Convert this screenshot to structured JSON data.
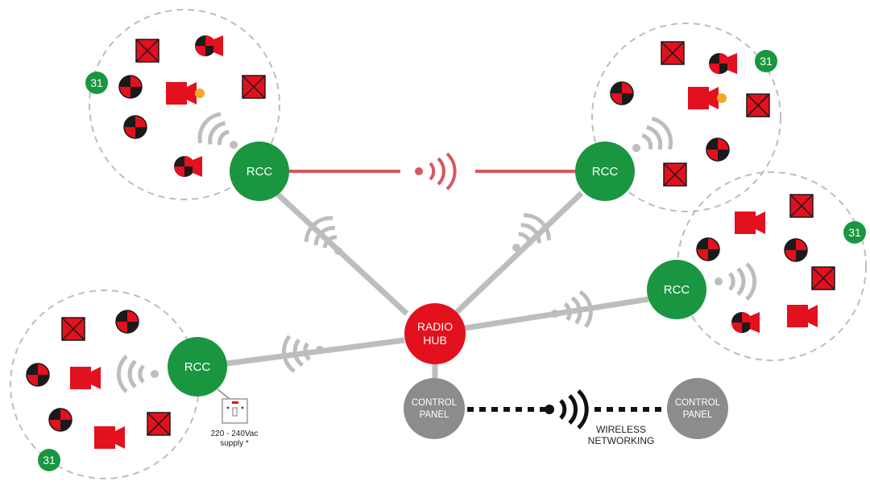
{
  "colors": {
    "rcc": "#1a9641",
    "hub": "#e3101e",
    "panel": "#8c8c8c",
    "link": "#bdbdbd",
    "red_link": "#d9575f",
    "device_red": "#e3101e",
    "device_black": "#1a1a1a",
    "badge": "#1a9641",
    "wireless": "#111111"
  },
  "nodes": {
    "rcc_label": "RCC",
    "hub_label_1": "RADIO",
    "hub_label_2": "HUB",
    "panel_label_1": "CONTROL",
    "panel_label_2": "PANEL"
  },
  "zones": [
    {
      "id": "top-left",
      "badge": "31"
    },
    {
      "id": "top-right",
      "badge": "31"
    },
    {
      "id": "mid-right",
      "badge": "31"
    },
    {
      "id": "bottom-left",
      "badge": "31"
    }
  ],
  "wireless_networking": {
    "line1": "WIRELESS",
    "line2": "NETWORKING"
  },
  "supply": {
    "line1": "220 - 240Vac",
    "line2": "supply *"
  },
  "icons": [
    "sounder-icon",
    "detector-icon",
    "beacon-sounder-icon",
    "call-point-icon",
    "wireless-signal-icon",
    "socket-icon"
  ]
}
